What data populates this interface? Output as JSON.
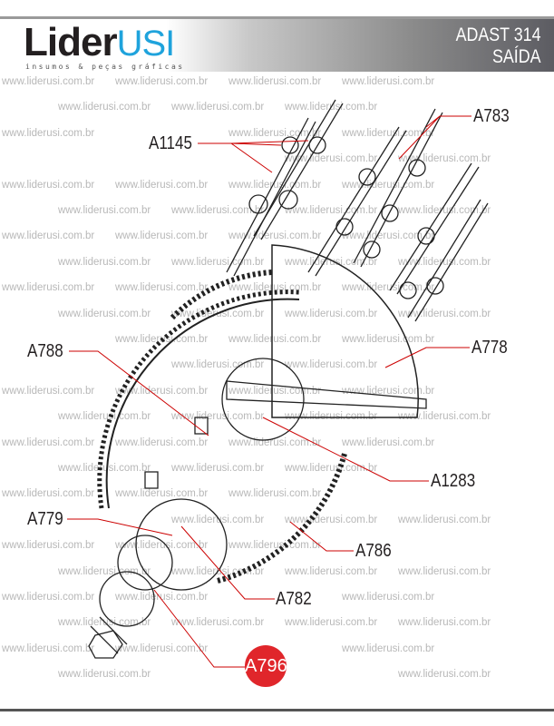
{
  "header": {
    "brand_main": "Lider",
    "brand_accent": "USI",
    "tagline": "insumos & peças gráficas",
    "title_line1": "ADAST 314",
    "title_line2": "SAÍDA"
  },
  "watermark": "www.liderusi.com.br",
  "parts": {
    "a1145": "A1145",
    "a783": "A783",
    "a788": "A788",
    "a778": "A778",
    "a1283": "A1283",
    "a779": "A779",
    "a786": "A786",
    "a782": "A782",
    "a796": "A796"
  },
  "colors": {
    "brand_blue": "#1fa3dc",
    "highlight_red": "#e0262b",
    "leader_red": "#e0262b"
  }
}
